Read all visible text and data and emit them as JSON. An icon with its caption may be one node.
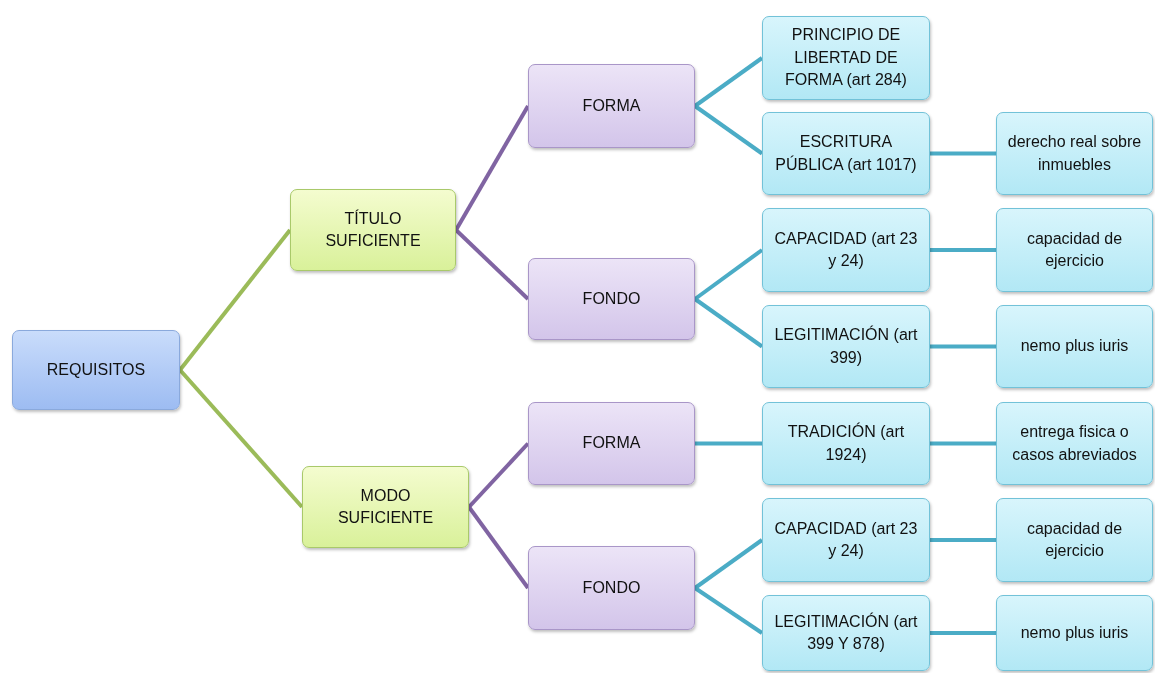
{
  "diagram": {
    "nodes": [
      {
        "text": [
          "REQUISITOS"
        ]
      },
      {
        "text": [
          "TÍTULO SUFICIENTE"
        ]
      },
      {
        "text": [
          "MODO SUFICIENTE"
        ]
      },
      {
        "text": [
          "FORMA"
        ]
      },
      {
        "text": [
          "FONDO"
        ]
      },
      {
        "text": [
          "FORMA"
        ]
      },
      {
        "text": [
          "FONDO"
        ]
      },
      {
        "text": [
          "PRINCIPIO DE LIBERTAD DE FORMA (art 284)"
        ]
      },
      {
        "text": [
          "ESCRITURA PÚBLICA (art 1017)"
        ]
      },
      {
        "text": [
          "derecho real sobre inmuebles"
        ]
      },
      {
        "text": [
          "CAPACIDAD (art 23 y 24)"
        ]
      },
      {
        "text": [
          "capacidad de ejercicio"
        ]
      },
      {
        "text": [
          "LEGITIMACIÓN (art 399)"
        ]
      },
      {
        "text": [
          "nemo plus iuris"
        ]
      },
      {
        "text": [
          "TRADICIÓN (art 1924)"
        ]
      },
      {
        "text": [
          "entrega fisica o casos abreviados"
        ]
      },
      {
        "text": [
          "CAPACIDAD (art 23 y 24)"
        ]
      },
      {
        "text": [
          "capacidad de ejercicio"
        ]
      },
      {
        "text": [
          "LEGITIMACIÓN (art 399 Y 878)"
        ]
      },
      {
        "text": [
          "nemo plus iuris"
        ]
      }
    ],
    "edges": [
      {
        "from": 0,
        "to": 1,
        "arrow": "none",
        "color": "#9bbb59"
      },
      {
        "from": 0,
        "to": 2,
        "arrow": "none",
        "color": "#9bbb59"
      },
      {
        "from": 1,
        "to": 3,
        "arrow": "none",
        "color": "#8064a2"
      },
      {
        "from": 1,
        "to": 4,
        "arrow": "none",
        "color": "#8064a2"
      },
      {
        "from": 2,
        "to": 5,
        "arrow": "none",
        "color": "#8064a2"
      },
      {
        "from": 2,
        "to": 6,
        "arrow": "none",
        "color": "#8064a2"
      },
      {
        "from": 3,
        "to": 7,
        "arrow": "none"
      },
      {
        "from": 3,
        "to": 8,
        "arrow": "none"
      },
      {
        "from": 8,
        "to": 9,
        "arrow": "none"
      },
      {
        "from": 4,
        "to": 10,
        "arrow": "none"
      },
      {
        "from": 10,
        "to": 11,
        "arrow": "none"
      },
      {
        "from": 4,
        "to": 12,
        "arrow": "none"
      },
      {
        "from": 12,
        "to": 13,
        "arrow": "none"
      },
      {
        "from": 5,
        "to": 14,
        "arrow": "none"
      },
      {
        "from": 14,
        "to": 15,
        "arrow": "none"
      },
      {
        "from": 6,
        "to": 16,
        "arrow": "none"
      },
      {
        "from": 16,
        "to": 17,
        "arrow": "none"
      },
      {
        "from": 6,
        "to": 18,
        "arrow": "none"
      },
      {
        "from": 18,
        "to": 19,
        "arrow": "none"
      }
    ]
  }
}
